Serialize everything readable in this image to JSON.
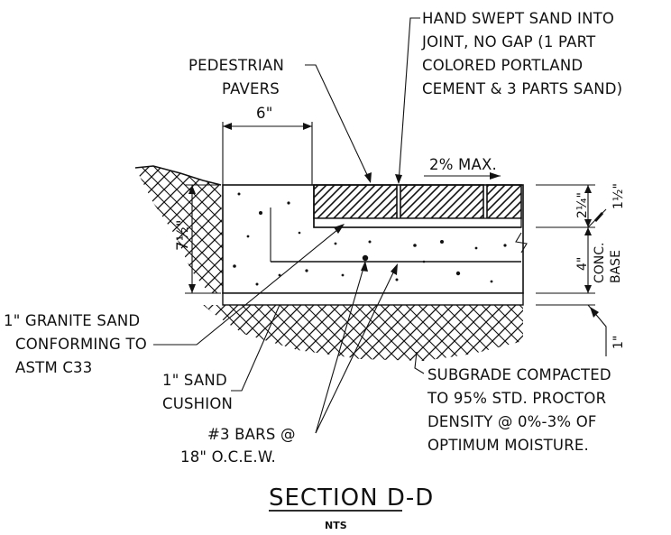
{
  "labels": {
    "hand_swept": [
      "HAND SWEPT SAND INTO",
      "JOINT, NO GAP (1 PART",
      "COLORED PORTLAND",
      "CEMENT & 3 PARTS SAND)"
    ],
    "pavers": [
      "PEDESTRIAN",
      "PAVERS"
    ],
    "width_6": "6\"",
    "slope": "2% MAX.",
    "height_7_5": "7½\"",
    "paver_thk": "2¼\"",
    "setting_thk": "1½\"",
    "base_thk": "4\"",
    "conc_base": [
      "CONC.",
      "BASE"
    ],
    "cushion_thk": "1\"",
    "granite": [
      "1\" GRANITE SAND",
      "CONFORMING TO",
      "ASTM C33"
    ],
    "sand_cushion": [
      "1\" SAND",
      "CUSHION"
    ],
    "subgrade": [
      "SUBGRADE COMPACTED",
      "TO 95% STD. PROCTOR",
      "DENSITY @ 0%-3% OF",
      "OPTIMUM MOISTURE."
    ],
    "bars": [
      "#3 BARS @",
      "18\" O.C.E.W."
    ]
  },
  "title": "SECTION D-D",
  "subtitle": "NTS"
}
